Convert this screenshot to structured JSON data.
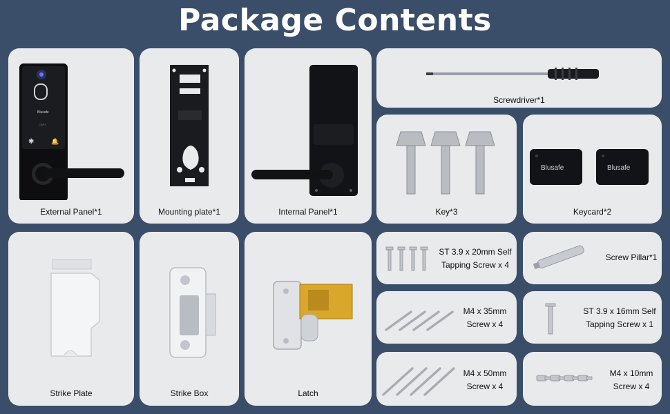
{
  "title": "Package Contents",
  "items": {
    "external_panel": {
      "label": "External Panel*1",
      "brand": "Blusafe",
      "screen_text": "CAPS"
    },
    "mounting_plate": {
      "label": "Mounting plate*1"
    },
    "internal_panel": {
      "label": "Internal Panel*1"
    },
    "screwdriver": {
      "label": "Screwdriver*1"
    },
    "key": {
      "label": "Key*3"
    },
    "keycard": {
      "label": "Keycard*2",
      "brand": "Blusafe"
    },
    "strike_plate": {
      "label": "Strike Plate"
    },
    "strike_box": {
      "label": "Strike Box"
    },
    "latch": {
      "label": "Latch"
    },
    "screw_20mm": {
      "line1": "ST 3.9 x 20mm Self",
      "line2": "Tapping Screw x 4"
    },
    "screw_pillar": {
      "label": "Screw Pillar*1"
    },
    "screw_m4_35": {
      "line1": "M4 x 35mm",
      "line2": "Screw x 4"
    },
    "screw_16mm": {
      "line1": "ST 3.9 x 16mm Self",
      "line2": "Tapping Screw x 1"
    },
    "screw_m4_50": {
      "line1": "M4 x 50mm",
      "line2": "Screw x 4"
    },
    "screw_m4_10": {
      "line1": "M4 x 10mm",
      "line2": "Screw x 4"
    }
  },
  "colors": {
    "background": "#3a4e6a",
    "card": "#e9eaec",
    "title": "#ffffff",
    "brass": "#d9a72a"
  }
}
